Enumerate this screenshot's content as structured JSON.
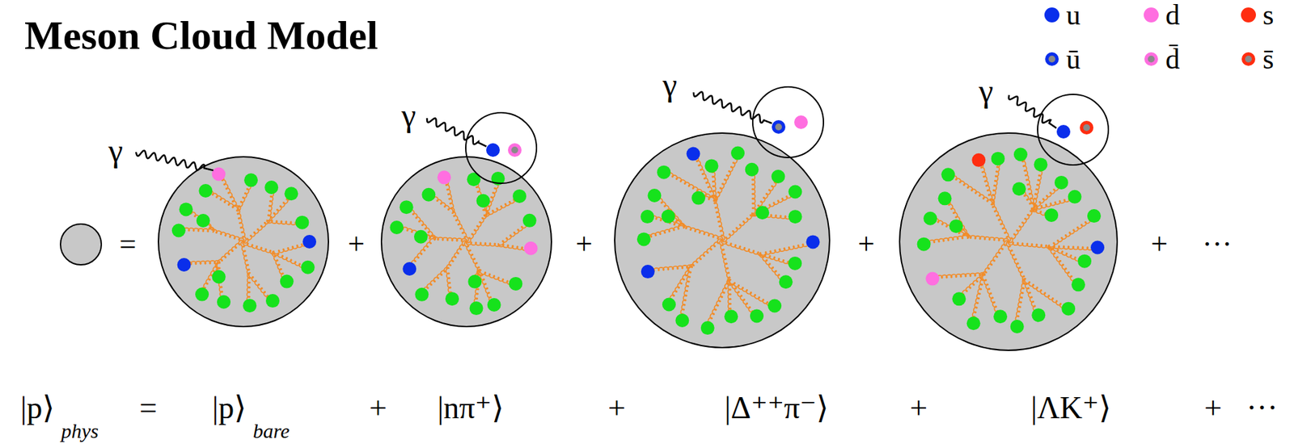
{
  "diagram": {
    "title": "Meson Cloud Model",
    "labels": [
      "γ",
      "γ",
      "γ",
      "γ",
      "=",
      "+",
      "+",
      "+",
      "+",
      "···",
      "|p⟩",
      "phys",
      "=",
      "|p⟩",
      "bare",
      "+",
      "|nπ⁺⟩",
      "+",
      "|Δ⁺⁺π⁻⟩",
      "+",
      "|ΛK⁺⟩",
      "+",
      "···"
    ],
    "legend": [
      {
        "text": "u",
        "color": "#0a2eeb"
      },
      {
        "text": "d",
        "color": "#ff6ee0"
      },
      {
        "text": "s",
        "color": "#ff2d10"
      },
      {
        "text": "ū"
      },
      {
        "text": "d̄"
      },
      {
        "text": "s̄"
      }
    ]
  }
}
